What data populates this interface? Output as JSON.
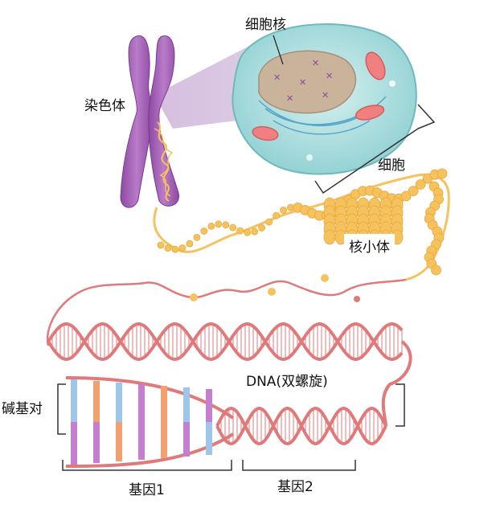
{
  "labels": {
    "nucleus": "细胞核",
    "chromosome": "染色体",
    "cell": "细胞",
    "nucleosome": "核小体",
    "dna": "DNA(双螺旋)",
    "base_pair": "碱基对",
    "gene1": "基因1",
    "gene2": "基因2"
  },
  "colors": {
    "chromosome": "#a05fb0",
    "cell_fill": "#a8dcdc",
    "nucleus_fill": "#c9b39a",
    "dna_strand": "#e07a7a",
    "nucleosome": "#f6c25e",
    "rung_blue": "#9ec6e8",
    "rung_orange": "#f2a070",
    "rung_purple": "#c57fcf"
  }
}
